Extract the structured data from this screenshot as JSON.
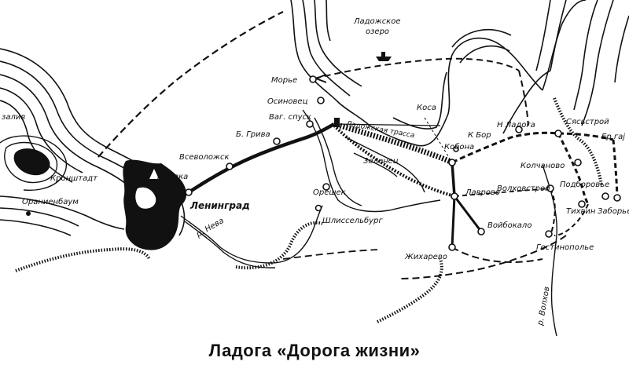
{
  "title": "Ладога «Дорога жизни»",
  "labels": {
    "lake_name_1": "Ладожское",
    "lake_name_2": "озеро",
    "gulf": "залив",
    "kronshtadt": "Кронштадт",
    "oranienbaum": "Ораниенбаум",
    "leningrad": "Ленинград",
    "rzhevka": "Ржевка",
    "vsevolozhsk": "Всеволожск",
    "b_griva": "Б. Грива",
    "vag_spusk": "Ваг. спуск",
    "osinovets": "Осиновец",
    "morye": "Морье",
    "ladozhskaya_trassa": "Ладожская трасса",
    "kosa": "Коса",
    "kobona": "Кобона",
    "k_bor": "К Бор",
    "n_ladoga": "Н Ладога",
    "syasstroy": "Сясьстрой",
    "ep_gai": "Ер гаj",
    "zelenets": "Зеленец",
    "oreshek": "Орешек",
    "shlisselburg": "Шлиссельбург",
    "lavrovo": "Лаврово",
    "volkhovstroy": "Волховстрой",
    "kolchanovo": "Колчаново",
    "podborovye": "Подборовье",
    "tikhvin": "Тихвин",
    "zaborye": "Заборье",
    "voybokalo": "Войбокало",
    "zhikharevo": "Жихарево",
    "gostinopolye": "Гостинополье",
    "r_neva": "р. Нева",
    "r_volkhov": "р. Волхов"
  },
  "colors": {
    "ink": "#111111",
    "paper": "#ffffff"
  }
}
